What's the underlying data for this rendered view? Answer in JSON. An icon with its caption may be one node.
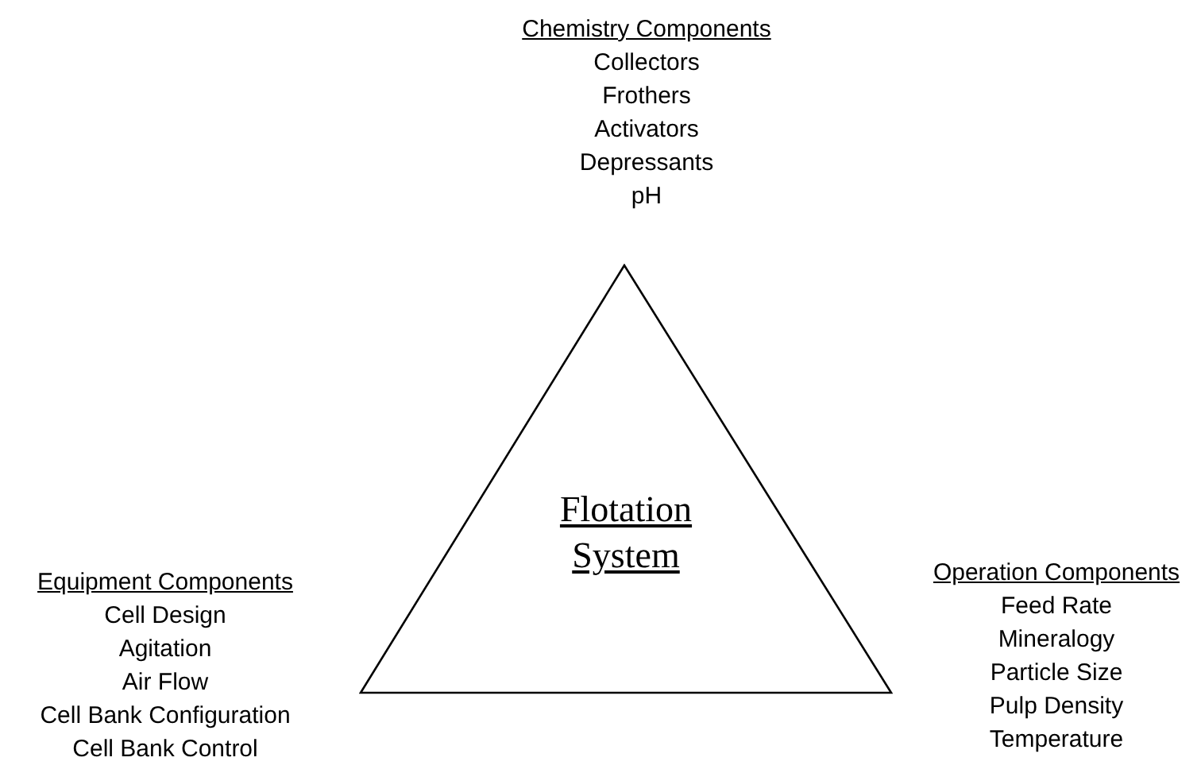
{
  "diagram": {
    "nodes": [
      {
        "text": [
          "Flotation System"
        ]
      }
    ],
    "labels": [
      "Chemistry Components",
      "Collectors",
      "Frothers",
      "Activators",
      "Depressants",
      "pH",
      "Equipment Components",
      "Cell Design",
      "Agitation",
      "Air Flow",
      "Cell Bank Configuration",
      "Cell Bank Control",
      "Operation Components",
      "Feed Rate",
      "Mineralogy",
      "Particle Size",
      "Pulp Density",
      "Temperature"
    ]
  }
}
